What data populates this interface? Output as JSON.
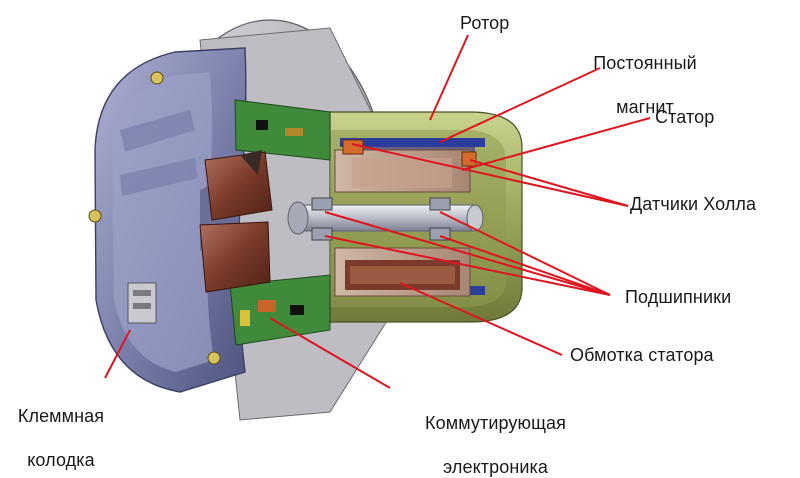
{
  "labels": {
    "rotor": "Ротор",
    "permanent_magnet_line1": "Постоянный",
    "permanent_magnet_line2": "магнит",
    "stator": "Статор",
    "hall_sensors": "Датчики Холла",
    "bearings": "Подшипники",
    "stator_winding": "Обмотка статора",
    "terminal_block_line1": "Клеммная",
    "terminal_block_line2": "колодка",
    "commutating_electronics_line1": "Коммутирующая",
    "commutating_electronics_line2": "электроника"
  },
  "colors": {
    "leader_line": "#e0141e",
    "housing": "#8a8fb5",
    "rotor_can": "#a7b36a",
    "pcb": "#3f8b3b",
    "winding": "#7a3b2a",
    "magnet_blue": "#2c3d9b"
  }
}
